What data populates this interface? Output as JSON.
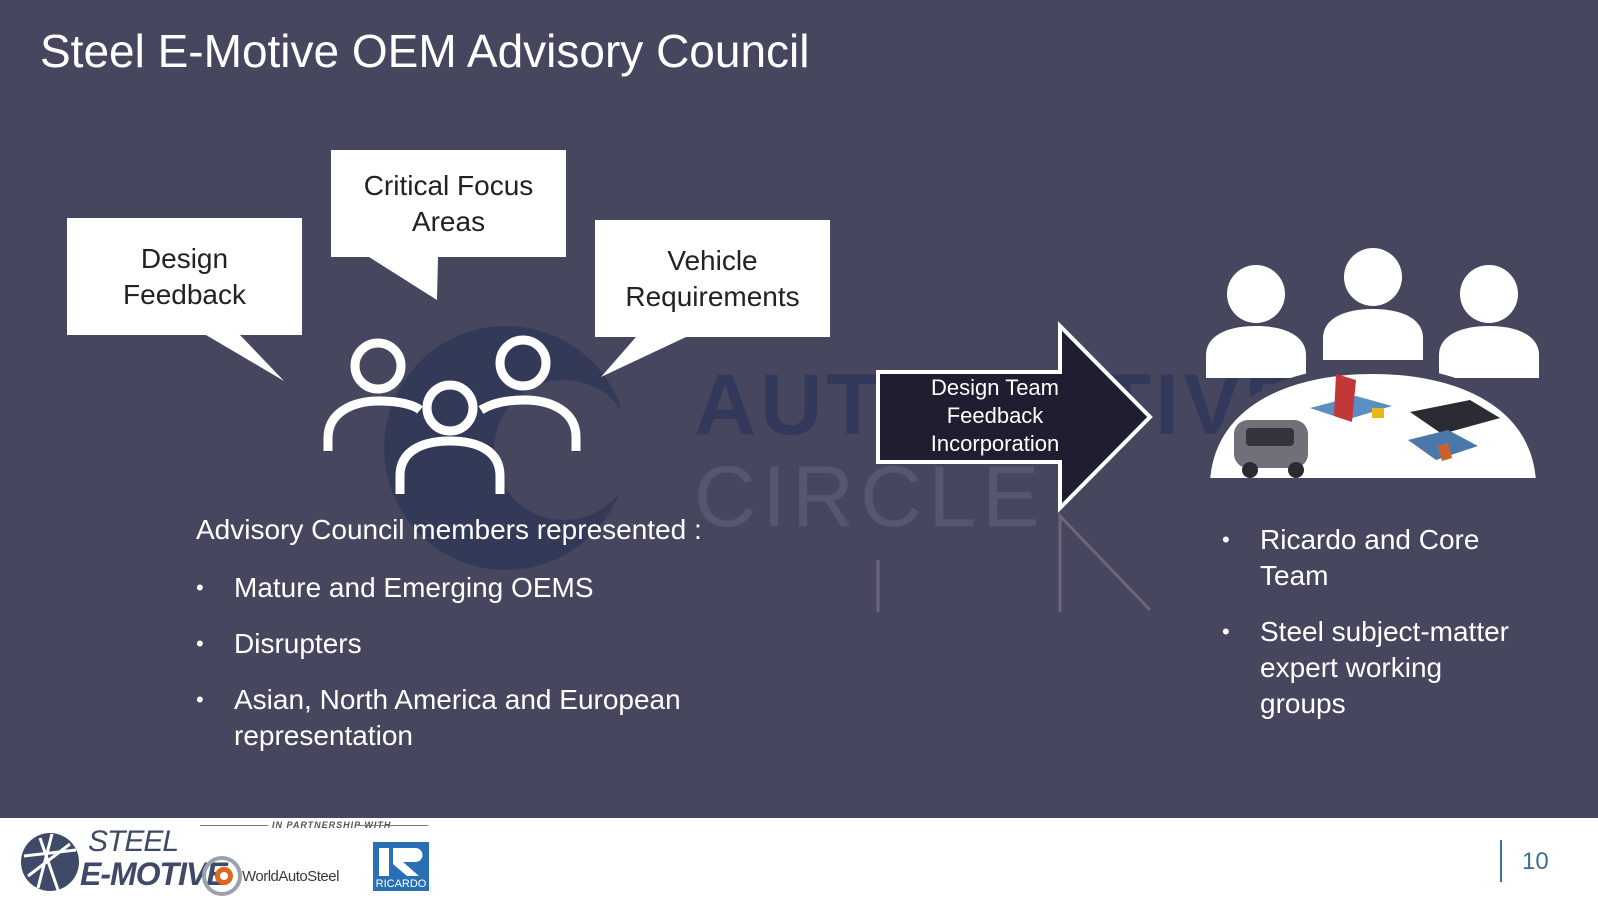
{
  "slide": {
    "title": "Steel E-Motive OEM Advisory Council",
    "watermark": {
      "line1": "AUTOMOTIVE",
      "line2": "CIRCLE"
    },
    "bubbles": [
      {
        "lines": [
          "Design",
          "Feedback"
        ]
      },
      {
        "lines": [
          "Critical Focus",
          "Areas"
        ]
      },
      {
        "lines": [
          "Vehicle",
          "Requirements"
        ]
      }
    ],
    "members": {
      "intro": "Advisory Council members represented :",
      "items": [
        "Mature and Emerging OEMS",
        "Disrupters",
        "Asian, North America and European representation"
      ]
    },
    "arrow": {
      "lines": [
        "Design Team",
        "Feedback",
        "Incorporation"
      ]
    },
    "team": {
      "items": [
        "Ricardo and Core Team",
        "Steel subject-matter expert working groups"
      ]
    },
    "colors": {
      "background": "#47465f",
      "text": "#ffffff",
      "arrow_fill": "#1e1e30"
    }
  },
  "footer": {
    "logo": {
      "line1": "STEEL",
      "line2": "E-MOTIVE"
    },
    "partnership_label": "IN PARTNERSHIP WITH",
    "partner1": "WorldAutoSteel",
    "partner2": "RICARDO",
    "page_number": "10",
    "accent_color": "#3f6f98"
  }
}
